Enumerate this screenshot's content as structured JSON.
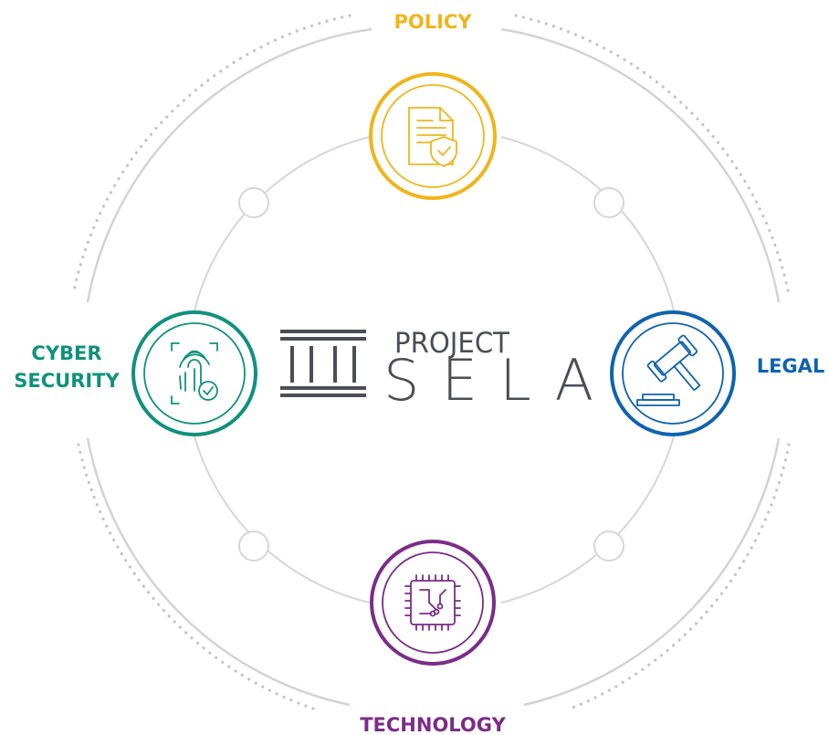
{
  "brand": {
    "line1": "PROJECT",
    "line2": "SELA"
  },
  "pillars": {
    "policy": {
      "label": "POLICY",
      "color": "#F0B51C",
      "icon": "document-shield-icon"
    },
    "legal": {
      "label": "LEGAL",
      "color": "#0F63AE",
      "icon": "gavel-icon"
    },
    "technology": {
      "label": "TECHNOLOGY",
      "color": "#7A2D88",
      "icon": "microchip-icon"
    },
    "cyber": {
      "line1": "CYBER",
      "line2": "SECURITY",
      "color": "#10917E",
      "icon": "fingerprint-check-icon"
    }
  },
  "colors": {
    "ring": "#D3D3D3",
    "dots": "#C4C4C4",
    "brand": "#4B4E57"
  }
}
